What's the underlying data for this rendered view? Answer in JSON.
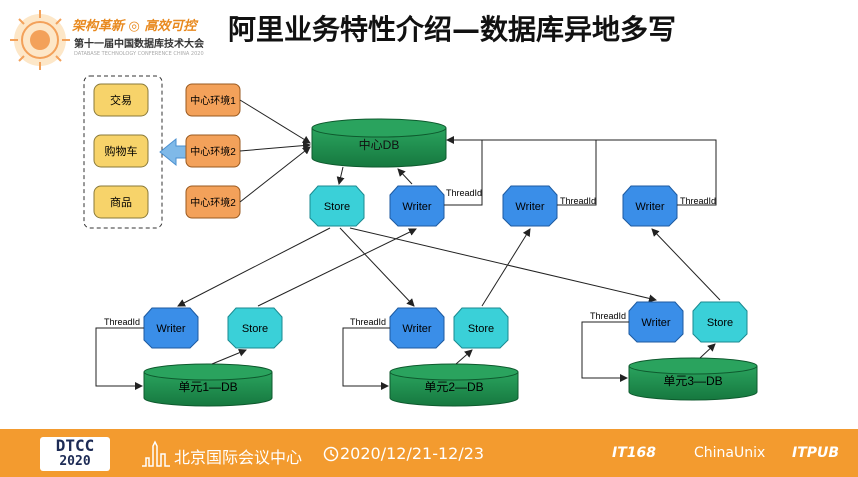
{
  "title": "阿里业务特性介绍—数据库异地多写",
  "header": {
    "slogan": "架构革新 ◎ 高效可控",
    "conference": "第十一届中国数据库技术大会",
    "conference_en": "DATABASE TECHNOLOGY CONFERENCE CHINA 2020"
  },
  "diagram": {
    "business": [
      "交易",
      "购物车",
      "商品"
    ],
    "envs": [
      "中心环境1",
      "中心环境2",
      "中心环境2"
    ],
    "center_db": "中心DB",
    "unit_dbs": [
      "单元1—DB",
      "单元2—DB",
      "单元3—DB"
    ],
    "store_label": "Store",
    "writer_label": "Writer",
    "threadid_label": "ThreadId"
  },
  "footer": {
    "dtcc_line1": "DTCC",
    "dtcc_line2": "2020",
    "venue": "北京国际会议中心",
    "date": "2020/12/21-12/23",
    "sponsors": [
      "IT168",
      "ChinaUnix",
      "ITPUB"
    ]
  },
  "colors": {
    "green": "#1e8c4e",
    "cyan": "#3ad0d8",
    "blue": "#3a8ee8",
    "orange": "#f3a15a",
    "yellow": "#f7d36a",
    "accent": "#f39b2f"
  }
}
